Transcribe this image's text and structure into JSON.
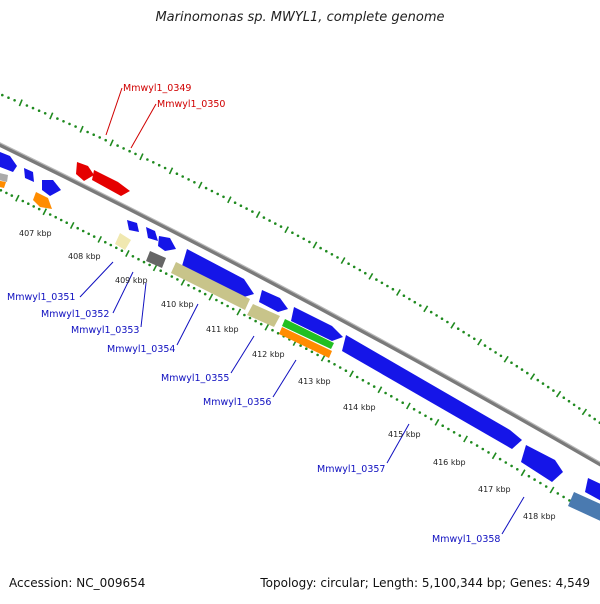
{
  "title": "Marinomonas sp. MWYL1, complete genome",
  "footer": {
    "accession": "Accession: NC_009654",
    "topology": "Topology: circular; Length: 5,100,344 bp; Genes: 4,549"
  },
  "colors": {
    "backbone": "#8a8a8a",
    "tick_dots": "#1f8a1f",
    "blue_gene": "#1010e0",
    "red_gene": "#e00000",
    "khaki_gene": "#c8c48a",
    "orange_gene": "#ff8c00",
    "green_gene": "#22c022",
    "gray_gene": "#666666",
    "steel_gene": "#4a7ab0",
    "pale_gene": "#f0e8b0",
    "label_blue": "#1010c0",
    "label_red": "#d00000"
  },
  "kbp_labels": [
    "407 kbp",
    "408 kbp",
    "409 kbp",
    "410 kbp",
    "411 kbp",
    "412 kbp",
    "413 kbp",
    "414 kbp",
    "415 kbp",
    "416 kbp",
    "417 kbp",
    "418 kbp"
  ],
  "gene_labels": {
    "top": [
      "Mmwyl1_0349",
      "Mmwyl1_0350"
    ],
    "bottom": [
      "Mmwyl1_0351",
      "Mmwyl1_0352",
      "Mmwyl1_0353",
      "Mmwyl1_0354",
      "Mmwyl1_0355",
      "Mmwyl1_0356",
      "Mmwyl1_0357",
      "Mmwyl1_0358"
    ]
  }
}
